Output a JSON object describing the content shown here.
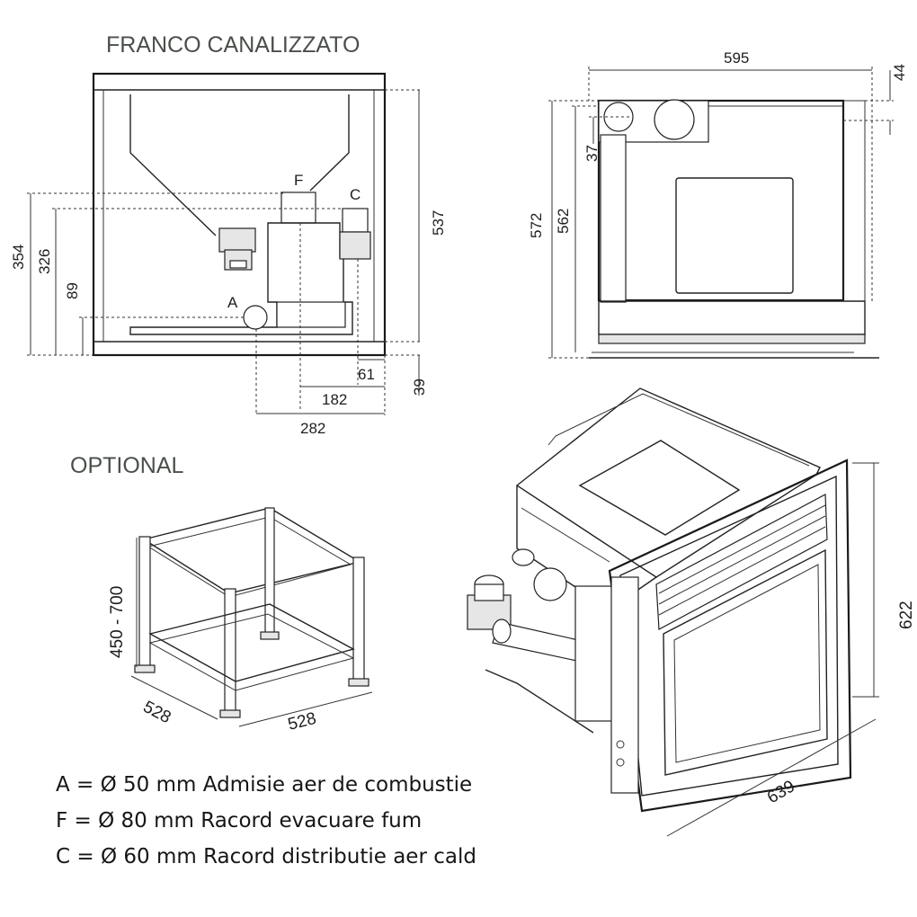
{
  "titles": {
    "front_view": "FRANCO CANALIZZATO",
    "optional": "OPTIONAL"
  },
  "labels": {
    "f": "F",
    "c": "C",
    "a": "A"
  },
  "dimensions": {
    "front": {
      "h354": "354",
      "h326": "326",
      "h89": "89",
      "h537": "537",
      "w61": "61",
      "w39": "39",
      "w182": "182",
      "w282": "282"
    },
    "side": {
      "w595": "595",
      "h44": "44",
      "h37": "37",
      "h572": "572",
      "h562": "562"
    },
    "stand": {
      "height": "450 - 700",
      "depth": "528",
      "width": "528"
    },
    "iso": {
      "height": "622",
      "depth": "639"
    }
  },
  "legend": [
    "A = Ø 50 mm Admisie aer de combustie",
    "F = Ø 80 mm Racord evacuare fum",
    "C = Ø 60 mm Racord distributie aer cald"
  ]
}
